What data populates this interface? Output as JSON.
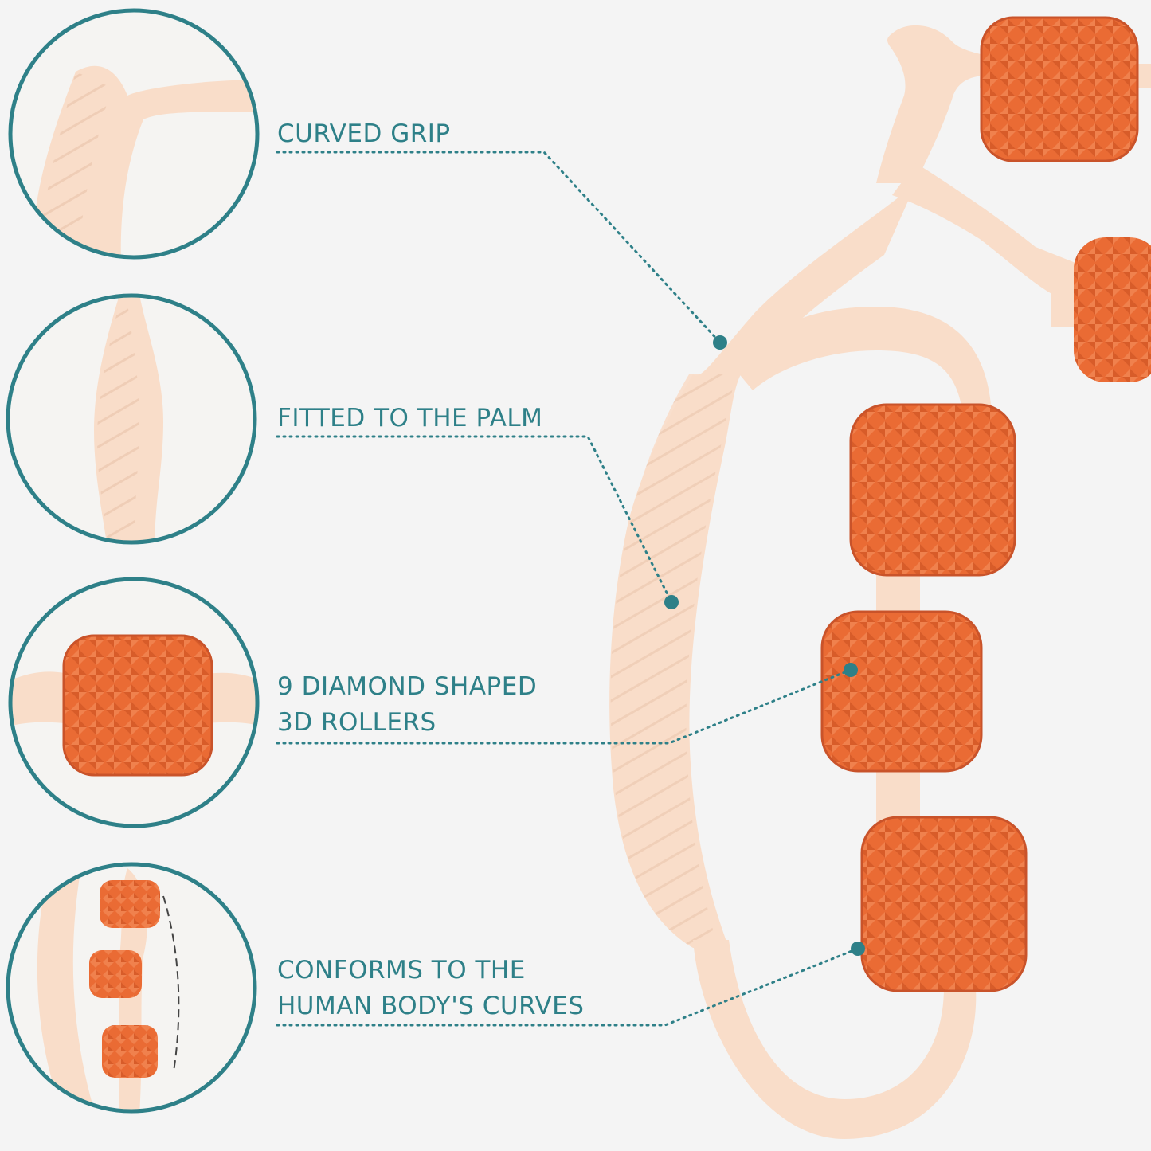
{
  "colors": {
    "background": "#f4f4f4",
    "accent_teal": "#2e8088",
    "handle_peach": "#f9ddc9",
    "handle_shadow": "#ecc6ad",
    "roller_orange": "#ea6b34",
    "roller_shadow": "#c9532a"
  },
  "features": [
    {
      "id": "curved-grip",
      "lines": [
        "CURVED GRIP"
      ],
      "detail_icon": "curved-grip-detail-icon"
    },
    {
      "id": "fitted-palm",
      "lines": [
        "FITTED TO THE PALM"
      ],
      "detail_icon": "palm-grip-detail-icon"
    },
    {
      "id": "rollers",
      "lines": [
        "9 DIAMOND SHAPED",
        "3D ROLLERS"
      ],
      "detail_icon": "roller-detail-icon"
    },
    {
      "id": "conforms",
      "lines": [
        "CONFORMS TO THE",
        "HUMAN BODY'S CURVES"
      ],
      "detail_icon": "body-curve-detail-icon"
    }
  ],
  "product_icon": "massage-roller-product-icon"
}
